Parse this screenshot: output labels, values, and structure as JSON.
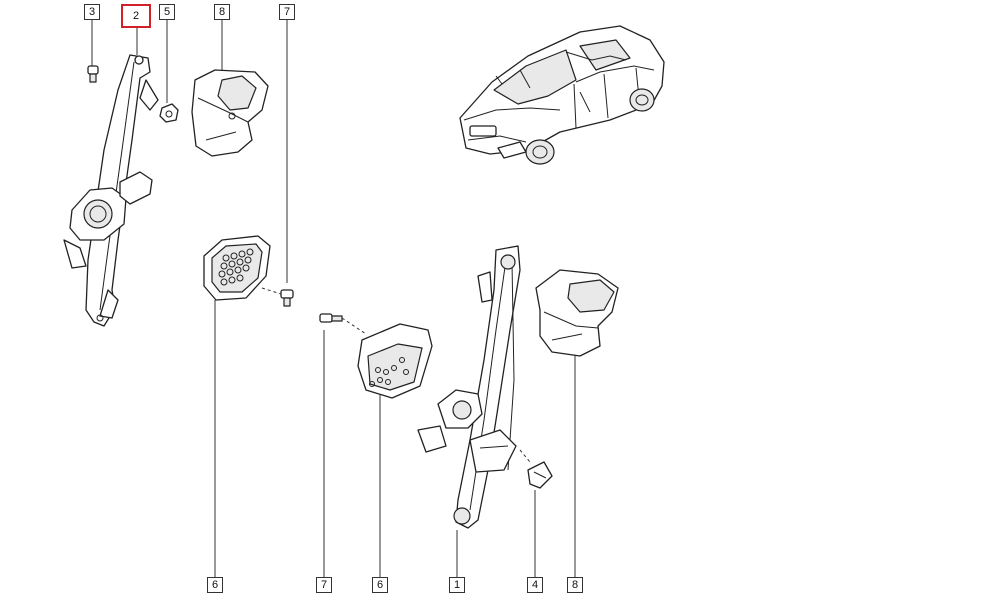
{
  "callouts": {
    "c3_top": "3",
    "c2_top": "2",
    "c5_top": "5",
    "c8_top": "8",
    "c7_top": "7",
    "c6_bottom_a": "6",
    "c7_bottom": "7",
    "c6_bottom_b": "6",
    "c1_bottom": "1",
    "c4_bottom": "4",
    "c8_bottom": "8"
  },
  "colors": {
    "highlight": "#d2202a",
    "line": "#222222"
  },
  "highlighted_part": "2"
}
